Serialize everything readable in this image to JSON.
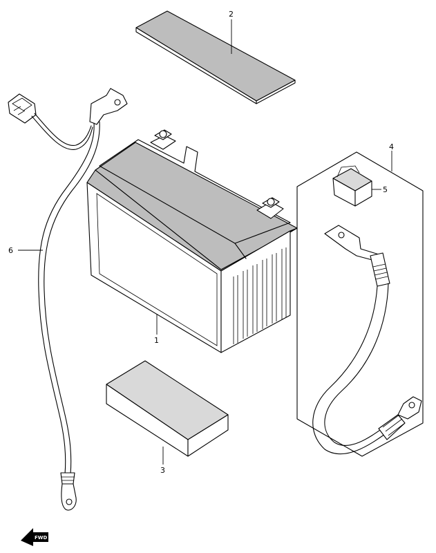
{
  "callouts": [
    {
      "id": "1",
      "text": "1"
    },
    {
      "id": "2",
      "text": "2"
    },
    {
      "id": "3",
      "text": "3"
    },
    {
      "id": "4",
      "text": "4"
    },
    {
      "id": "5",
      "text": "5"
    },
    {
      "id": "6",
      "text": "6"
    }
  ],
  "direction_marker": {
    "text": "FWD",
    "icon": "forward-arrow-icon"
  }
}
